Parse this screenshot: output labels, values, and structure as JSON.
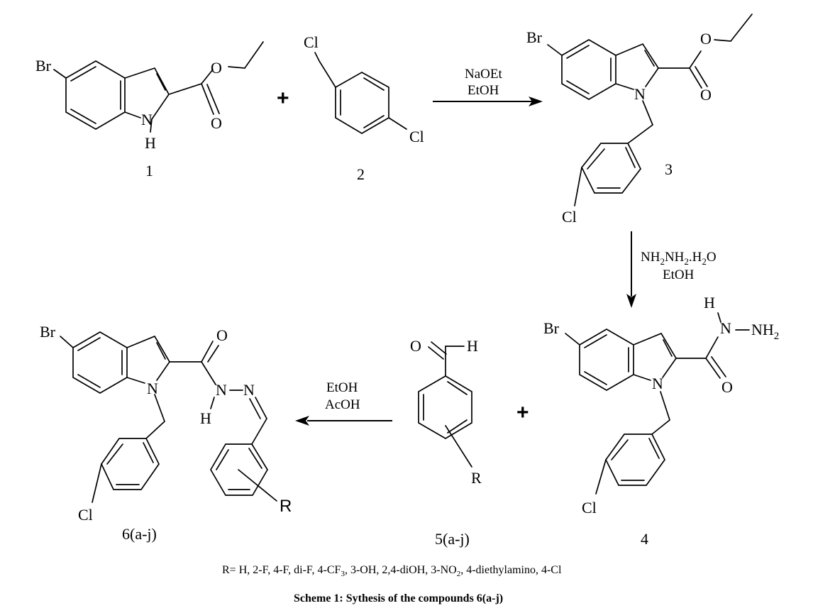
{
  "atoms": {
    "br": "Br",
    "cl": "Cl",
    "n": "N",
    "h": "H",
    "o": "O",
    "nh2": "NH",
    "nh2_sub": "2",
    "r": "R"
  },
  "compounds": {
    "c1": "1",
    "c2": "2",
    "c3": "3",
    "c4": "4",
    "c5": "5(a-j)",
    "c6": "6(a-j)"
  },
  "reactions": {
    "step1": {
      "line1": "NaOEt",
      "line2": "EtOH"
    },
    "step2": {
      "line1_parts": [
        "NH",
        "2",
        "NH",
        "2",
        ".H",
        "2",
        "O"
      ],
      "line2": "EtOH"
    },
    "step3": {
      "line1": "EtOH",
      "line2": "AcOH"
    },
    "plus": "+"
  },
  "substituents": {
    "parts": [
      "R= H, 2-F, 4-F, di-F, 4-CF",
      "3",
      ", 3-OH, 2,4-diOH, 3-NO",
      "2",
      ", 4-diethylamino, 4-Cl"
    ]
  },
  "caption": "Scheme 1: Sythesis of the compounds 6(a-j)"
}
